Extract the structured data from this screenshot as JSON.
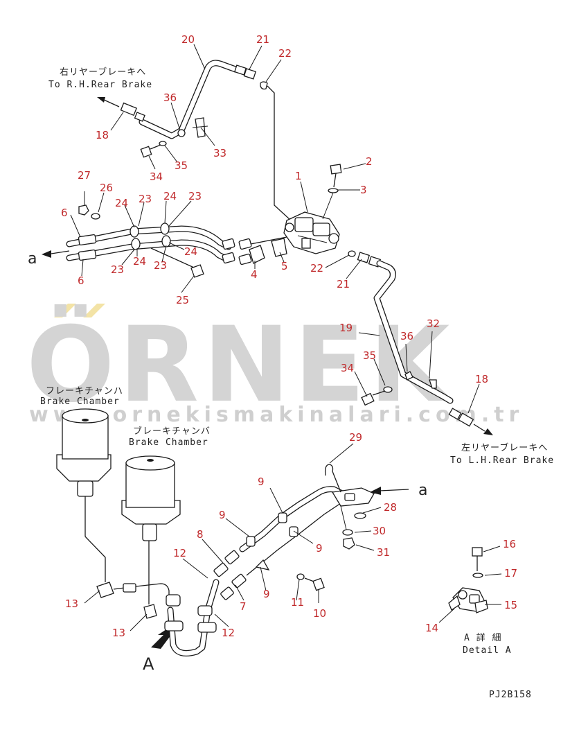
{
  "watermark": {
    "brand": "ÖRNEK",
    "url": "www.ornekismakinalari.com.tr"
  },
  "labels": {
    "rh_rear_brake_jp": "右リヤーブレーキへ",
    "rh_rear_brake_en": "To R.H.Rear Brake",
    "lh_rear_brake_jp": "左リヤーブレーキへ",
    "lh_rear_brake_en": "To L.H.Rear Brake",
    "brake_chamber_1_jp": "フレーキチャンハ",
    "brake_chamber_1_en": "Brake Chamber",
    "brake_chamber_2_jp": "ブレーキチャンバ",
    "brake_chamber_2_en": "Brake Chamber",
    "detail_jp": "A 詳 細",
    "detail_en": "Detail A",
    "view_arrow": "A",
    "connector_a_left": "a",
    "connector_a_right": "a",
    "drawing_code": "PJ2B158"
  },
  "callouts": {
    "c1": "1",
    "c2": "2",
    "c3": "3",
    "c4": "4",
    "c5": "5",
    "c6a": "6",
    "c6b": "6",
    "c7": "7",
    "c8": "8",
    "c9a": "9",
    "c9b": "9",
    "c9c": "9",
    "c9d": "9",
    "c10": "10",
    "c11": "11",
    "c12a": "12",
    "c12b": "12",
    "c13a": "13",
    "c13b": "13",
    "c14": "14",
    "c15": "15",
    "c16": "16",
    "c17": "17",
    "c18a": "18",
    "c18b": "18",
    "c19": "19",
    "c20": "20",
    "c21a": "21",
    "c21b": "21",
    "c22a": "22",
    "c22b": "22",
    "c23a": "23",
    "c23b": "23",
    "c23c": "23",
    "c23d": "23",
    "c24a": "24",
    "c24b": "24",
    "c24c": "24",
    "c24d": "24",
    "c25": "25",
    "c26": "26",
    "c27": "27",
    "c28": "28",
    "c29": "29",
    "c30": "30",
    "c31": "31",
    "c32": "32",
    "c33": "33",
    "c34a": "34",
    "c34b": "34",
    "c35a": "35",
    "c35b": "35",
    "c36a": "36",
    "c36b": "36"
  }
}
